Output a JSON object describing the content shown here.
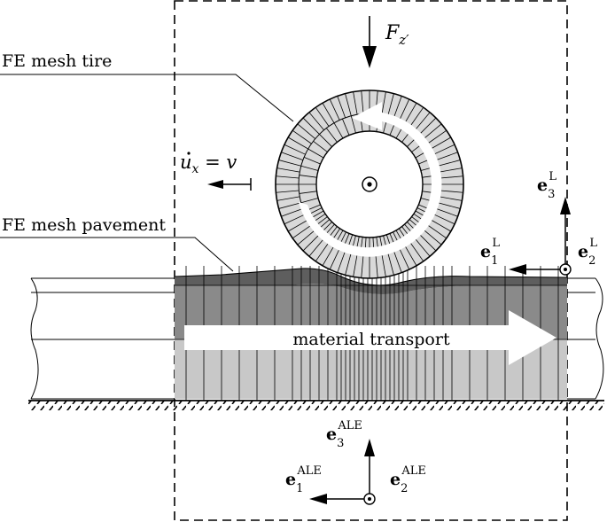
{
  "labels": {
    "tire": "FE mesh tire",
    "pavement": "FE mesh pavement",
    "transport": "material transport",
    "force_main": "F",
    "force_sub": "z′",
    "vel_u": "u",
    "vel_x": "x",
    "vel_eq": " = v",
    "e": "e",
    "L": "L",
    "ALE": "ALE",
    "idx1": "1",
    "idx2": "2",
    "idx3": "3"
  },
  "colors": {
    "tire_fill": "#d9d9d9",
    "pavement_dark": "#5e5e5e",
    "pavement_mid": "#8a8a8a",
    "pavement_light": "#c8c8c8",
    "arrow_fill": "#ffffff"
  }
}
